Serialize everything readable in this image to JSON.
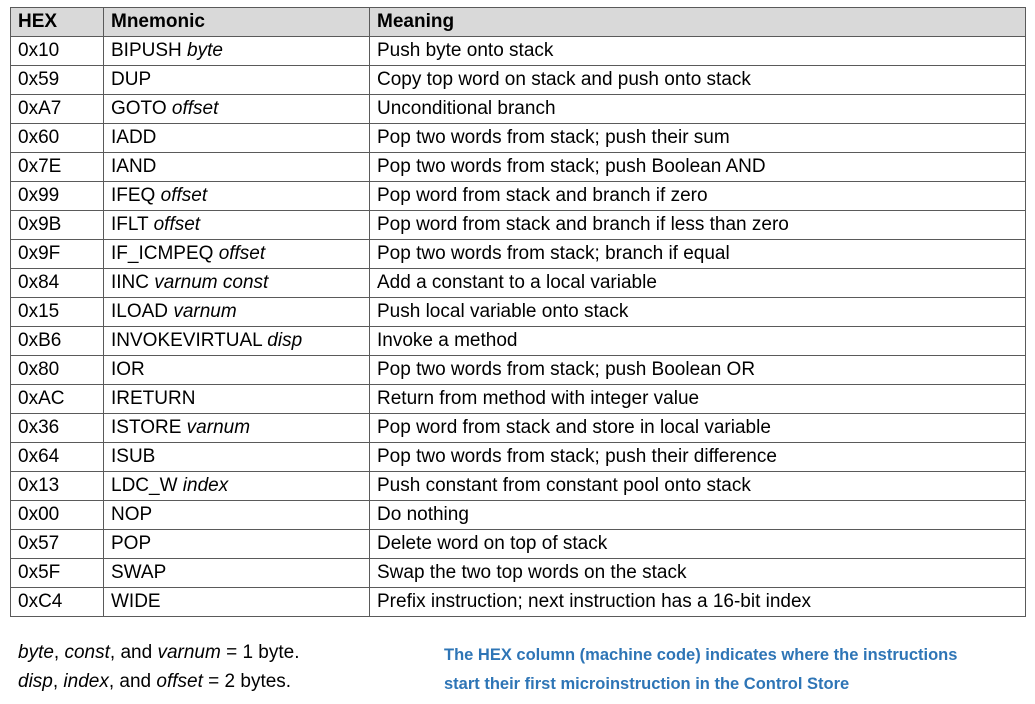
{
  "table": {
    "headers": {
      "hex": "HEX",
      "mnemonic": "Mnemonic",
      "meaning": "Meaning"
    },
    "rows": [
      {
        "hex": "0x10",
        "op": "BIPUSH",
        "args": "byte",
        "meaning": "Push byte onto stack"
      },
      {
        "hex": "0x59",
        "op": "DUP",
        "args": "",
        "meaning": "Copy top word on stack and push onto stack"
      },
      {
        "hex": "0xA7",
        "op": "GOTO",
        "args": "offset",
        "meaning": "Unconditional branch"
      },
      {
        "hex": "0x60",
        "op": "IADD",
        "args": "",
        "meaning": "Pop two words from stack; push their sum"
      },
      {
        "hex": "0x7E",
        "op": "IAND",
        "args": "",
        "meaning": "Pop two words from stack; push Boolean AND"
      },
      {
        "hex": "0x99",
        "op": "IFEQ",
        "args": "offset",
        "meaning": "Pop word from stack and branch if zero"
      },
      {
        "hex": "0x9B",
        "op": "IFLT",
        "args": "offset",
        "meaning": "Pop word from stack and branch if less than zero"
      },
      {
        "hex": "0x9F",
        "op": "IF_ICMPEQ",
        "args": "offset",
        "meaning": "Pop two words from stack; branch if equal"
      },
      {
        "hex": "0x84",
        "op": "IINC",
        "args": "varnum const",
        "meaning": "Add a constant to a local variable"
      },
      {
        "hex": "0x15",
        "op": "ILOAD",
        "args": "varnum",
        "meaning": "Push local variable onto stack"
      },
      {
        "hex": "0xB6",
        "op": "INVOKEVIRTUAL",
        "args": "disp",
        "meaning": "Invoke a method"
      },
      {
        "hex": "0x80",
        "op": "IOR",
        "args": "",
        "meaning": "Pop two words from stack; push Boolean OR"
      },
      {
        "hex": "0xAC",
        "op": "IRETURN",
        "args": "",
        "meaning": "Return from method with integer value"
      },
      {
        "hex": "0x36",
        "op": "ISTORE",
        "args": "varnum",
        "meaning": "Pop word from stack and store in local variable"
      },
      {
        "hex": "0x64",
        "op": "ISUB",
        "args": "",
        "meaning": "Pop two words from stack; push their difference"
      },
      {
        "hex": "0x13",
        "op": "LDC_W",
        "args": "index",
        "meaning": "Push constant from constant pool onto stack"
      },
      {
        "hex": "0x00",
        "op": "NOP",
        "args": "",
        "meaning": "Do nothing"
      },
      {
        "hex": "0x57",
        "op": "POP",
        "args": "",
        "meaning": "Delete word on top of stack"
      },
      {
        "hex": "0x5F",
        "op": "SWAP",
        "args": "",
        "meaning": "Swap the two top words on the stack"
      },
      {
        "hex": "0xC4",
        "op": "WIDE",
        "args": "",
        "meaning": "Prefix instruction; next instruction has a 16-bit index"
      }
    ]
  },
  "footnote": {
    "line1": {
      "term1": "byte",
      "sep1": ", ",
      "term2": "const",
      "sep2": ", and ",
      "term3": "varnum",
      "rest": " = 1 byte."
    },
    "line2": {
      "term1": "disp",
      "sep1": ", ",
      "term2": "index",
      "sep2": ", and ",
      "term3": "offset",
      "rest": " = 2 bytes."
    }
  },
  "note": {
    "line1": "The HEX column (machine code) indicates where the instructions",
    "line2": "start their first microinstruction in the Control Store"
  },
  "colors": {
    "header_bg": "#d9d9d9",
    "border": "#5a5a5a",
    "note_text": "#2e75b6"
  }
}
